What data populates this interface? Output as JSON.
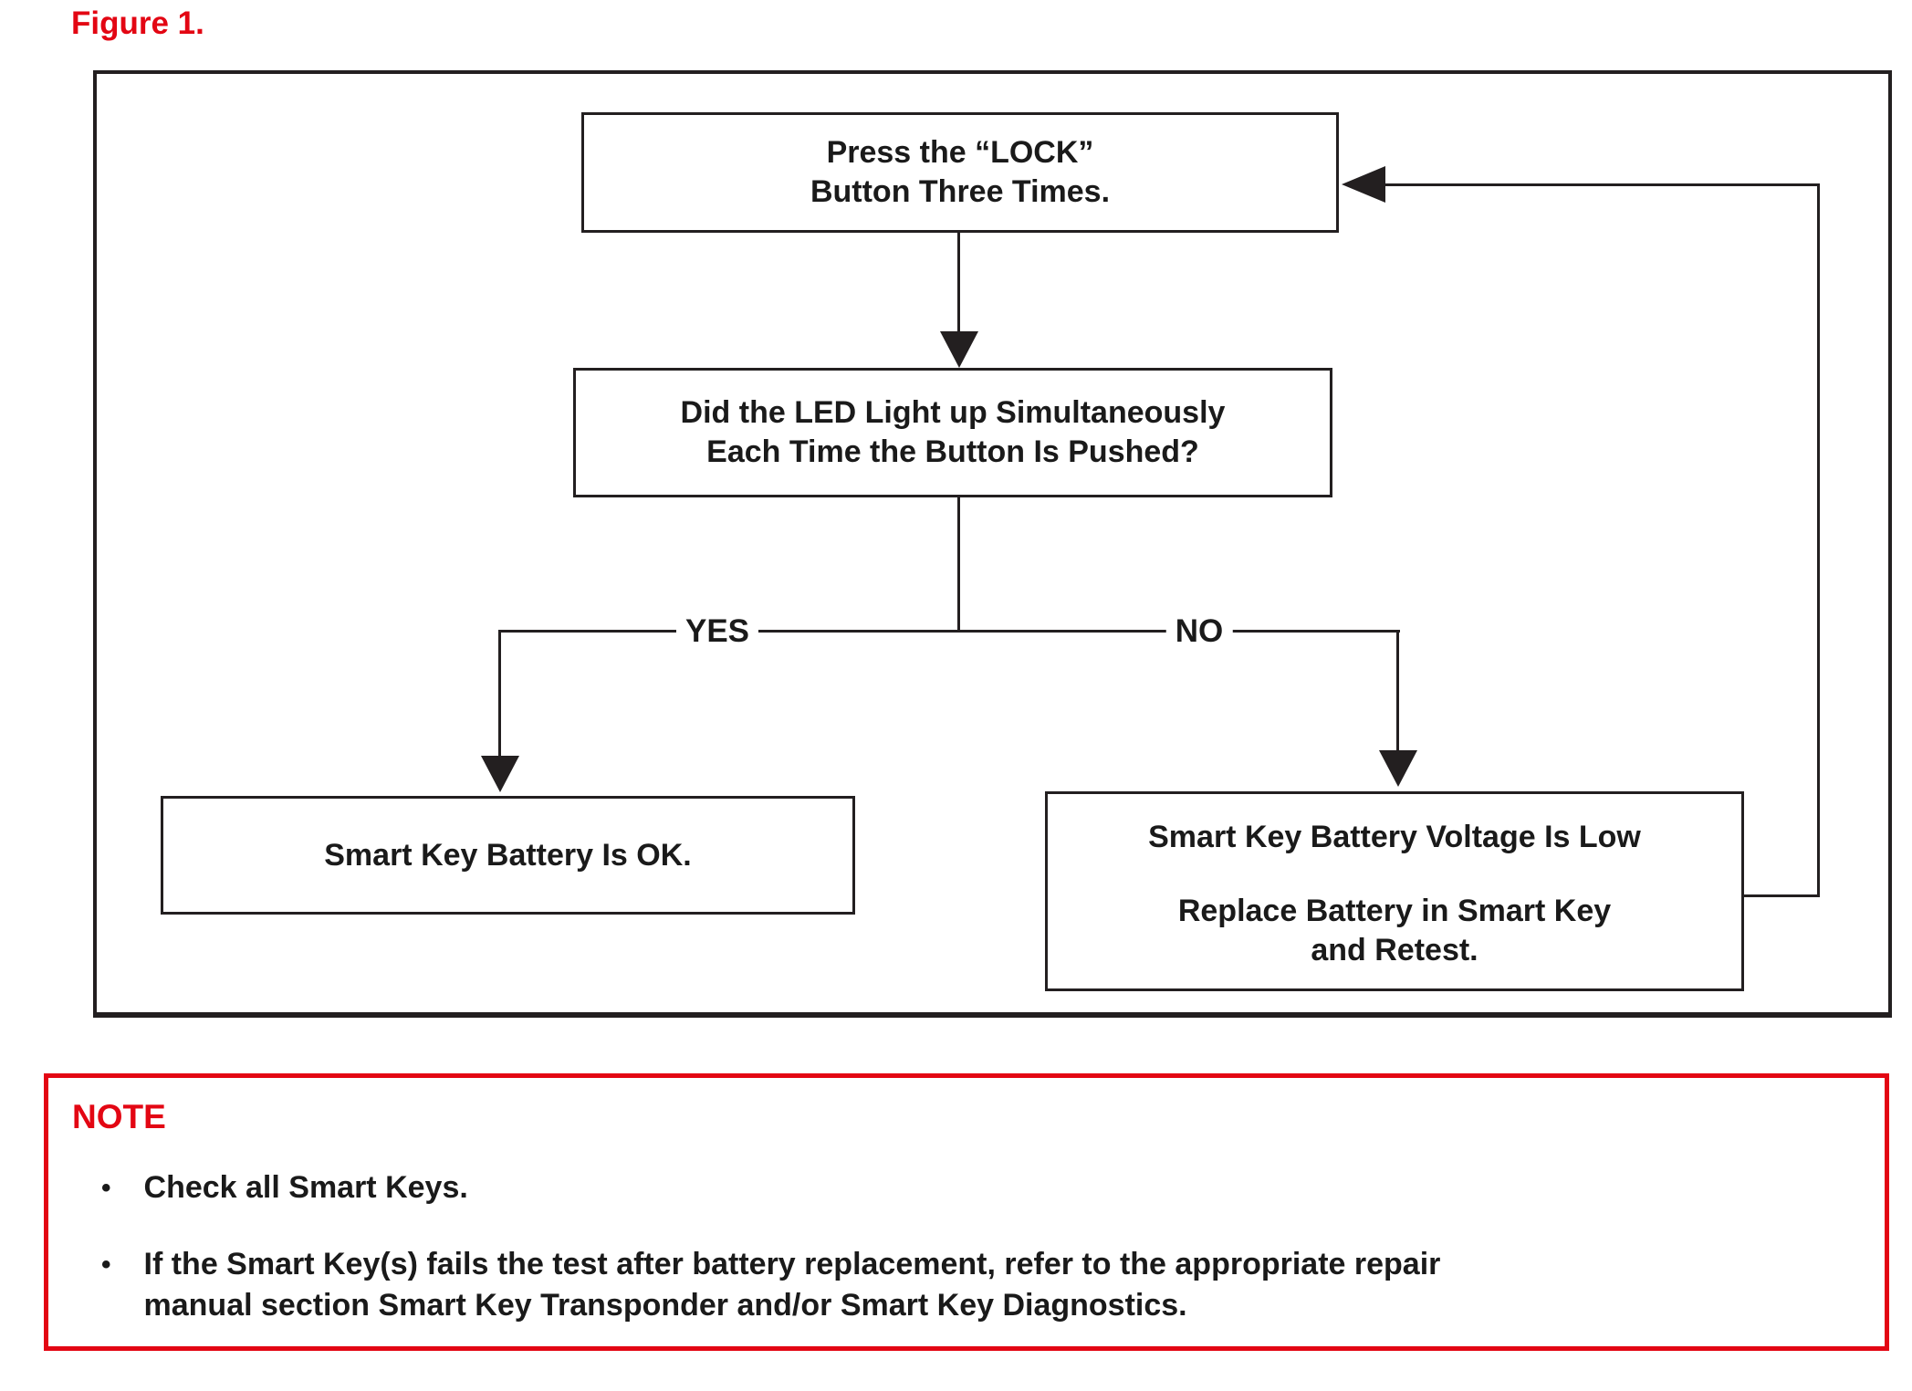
{
  "figure_label": "Figure 1.",
  "colors": {
    "accent_red": "#e30613",
    "line_black": "#231f20"
  },
  "flowchart": {
    "nodes": [
      {
        "id": "press-lock",
        "lines": [
          "Press the “LOCK”",
          "Button Three Times."
        ]
      },
      {
        "id": "led-question",
        "lines": [
          "Did the LED Light up Simultaneously",
          "Each Time the Button Is Pushed?"
        ]
      },
      {
        "id": "battery-ok",
        "lines": [
          "Smart Key Battery Is OK."
        ]
      },
      {
        "id": "battery-low",
        "lines": [
          "Smart Key Battery Voltage Is Low",
          "Replace Battery in Smart Key",
          "and Retest."
        ]
      }
    ],
    "branch_labels": {
      "yes": "YES",
      "no": "NO"
    }
  },
  "note": {
    "title": "NOTE",
    "bullet_glyph": "•",
    "bullets": [
      {
        "lines": [
          "Check all Smart Keys."
        ]
      },
      {
        "lines": [
          "If the Smart Key(s) fails the test after battery replacement, refer to the appropriate repair",
          "manual section Smart Key Transponder and/or Smart Key Diagnostics."
        ]
      }
    ]
  }
}
